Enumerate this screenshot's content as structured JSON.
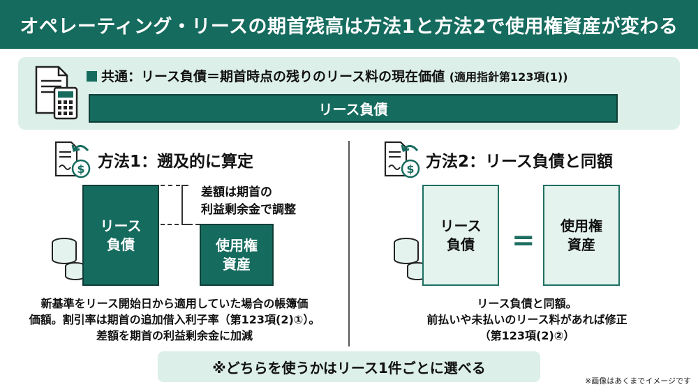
{
  "header": {
    "title": "オペレーティング・リースの期首残高は方法1と方法2で使用権資産が変わる"
  },
  "common": {
    "title": "共通：リース負債＝期首時点の残りのリース料の現在価値",
    "ref": "(適用指針第123項(1))",
    "bar_label": "リース負債"
  },
  "method1": {
    "title": "方法1：遡及的に算定",
    "liability_label_line1": "リース",
    "liability_label_line2": "負債",
    "asset_label_line1": "使用権",
    "asset_label_line2": "資産",
    "diff_note_line1": "差額は期首の",
    "diff_note_line2": "利益剰余金で調整",
    "desc_line1": "新基準をリース開始日から適用していた場合の帳簿価",
    "desc_line2": "価額。割引率は期首の追加借入利子率（第123項(2)①）。",
    "desc_line3": "差額を期首の利益剰余金に加減"
  },
  "method2": {
    "title": "方法2：リース負債と同額",
    "liability_label_line1": "リース",
    "liability_label_line2": "負債",
    "equals": "=",
    "asset_label_line1": "使用権",
    "asset_label_line2": "資産",
    "desc_line1": "リース負債と同額。",
    "desc_line2": "前払いや未払いのリース料があれば修正",
    "desc_line3": "（第123項(2)②）"
  },
  "bottom": {
    "note": "※どちらを使うかはリース1件ごとに選べる"
  },
  "footnote": "※画像はあくまでイメージです",
  "colors": {
    "primary": "#156b5e",
    "light": "#dcefe9",
    "block_light": "#e4f3ee"
  },
  "icons": [
    "document-calculator-icon",
    "document-money-icon",
    "coin-stack-icon"
  ]
}
